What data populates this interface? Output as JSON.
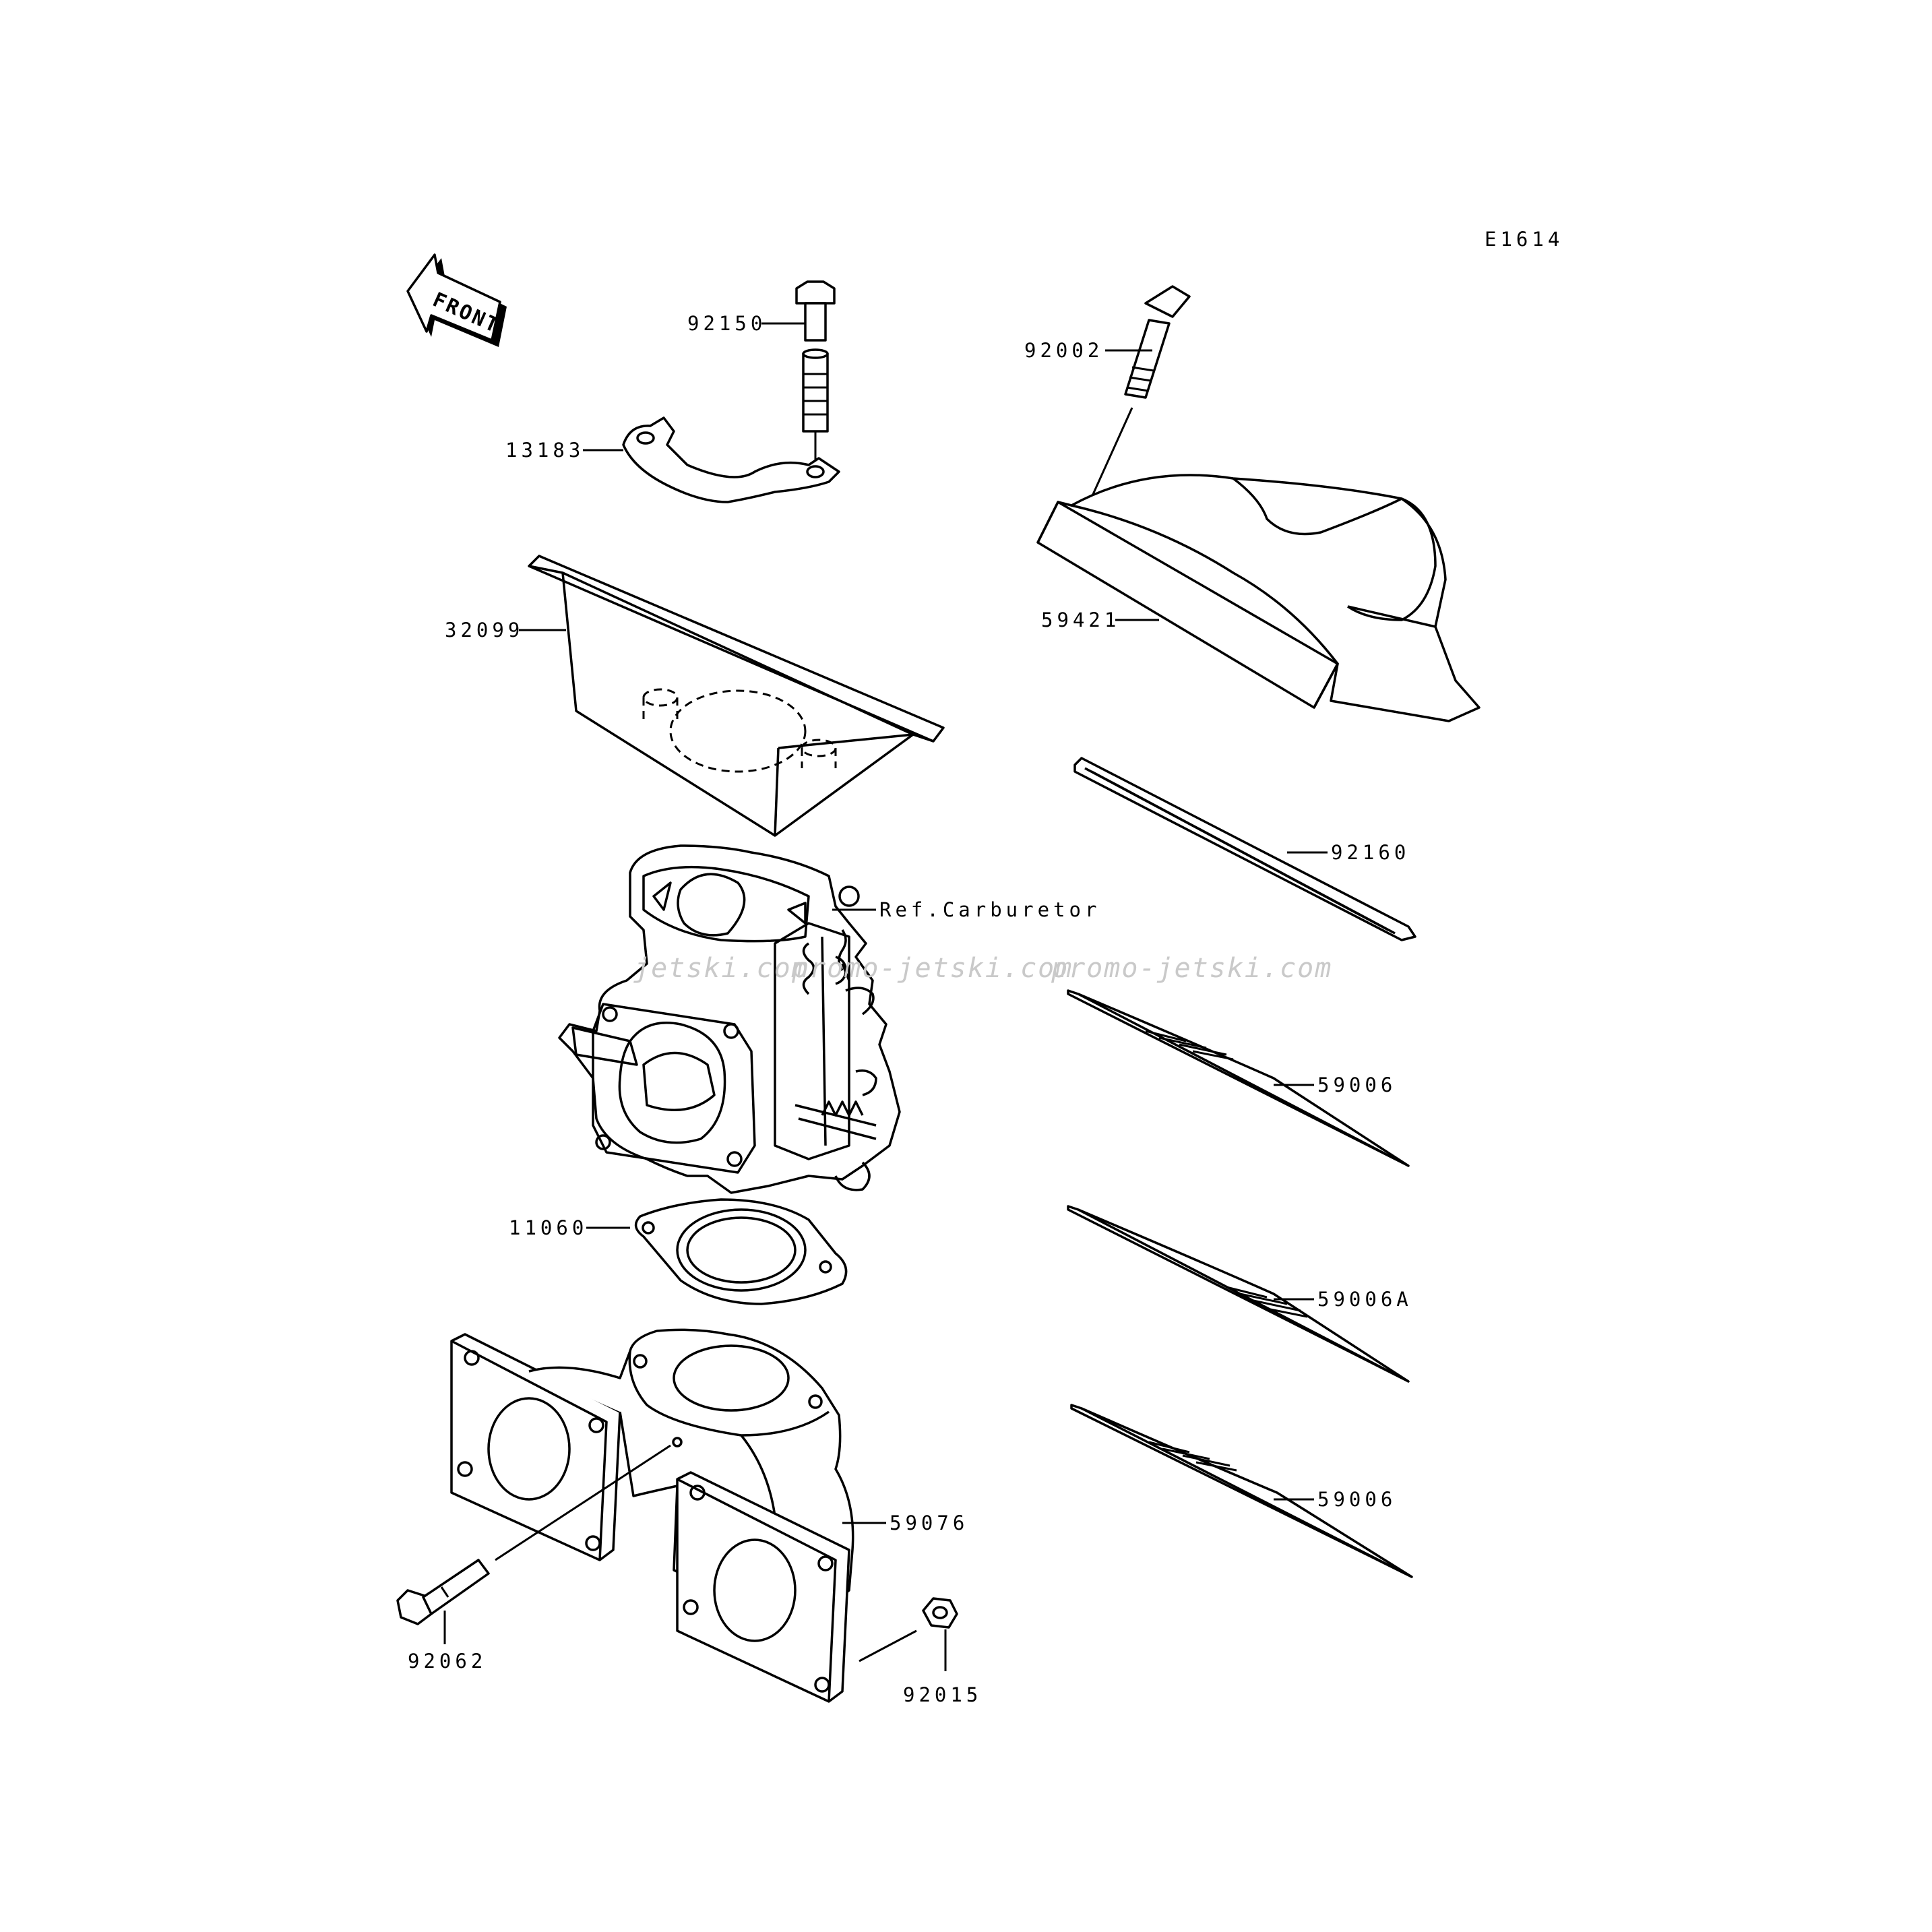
{
  "diagram_code": "E1614",
  "front_arrow_label": "FRONT",
  "watermarks": [
    "jetski.com",
    "promo-jetski.com",
    "promo-jetski.com"
  ],
  "callouts": {
    "p92150": "92150",
    "p13183": "13183",
    "p32099": "32099",
    "p92002": "92002",
    "p59421": "59421",
    "p92160": "92160",
    "ref_carburetor": "Ref.Carburetor",
    "p59006_top": "59006",
    "p11060": "11060",
    "p59006A": "59006A",
    "p59006_bottom": "59006",
    "p59076": "59076",
    "p92062": "92062",
    "p92015": "92015"
  }
}
